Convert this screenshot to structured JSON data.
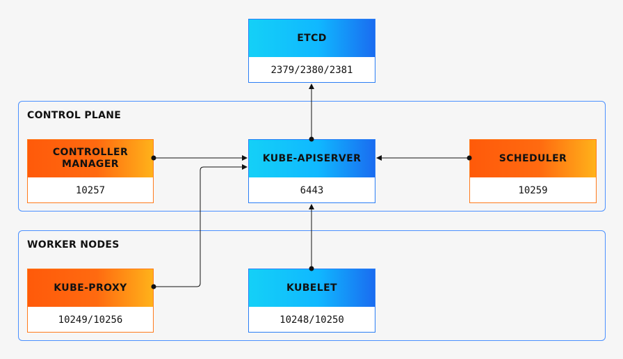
{
  "groups": {
    "control_plane": {
      "title": "CONTROL PLANE"
    },
    "worker_nodes": {
      "title": "WORKER NODES"
    }
  },
  "nodes": {
    "etcd": {
      "name": "ETCD",
      "ports": "2379/2380/2381"
    },
    "controller_manager": {
      "name": "CONTROLLER\nMANAGER",
      "ports": "10257"
    },
    "kube_apiserver": {
      "name": "KUBE-APISERVER",
      "ports": "6443"
    },
    "scheduler": {
      "name": "SCHEDULER",
      "ports": "10259"
    },
    "kube_proxy": {
      "name": "KUBE-PROXY",
      "ports": "10249/10256"
    },
    "kubelet": {
      "name": "KUBELET",
      "ports": "10248/10250"
    }
  },
  "colors": {
    "blue_border": "#2a7df5",
    "orange_border": "#ff7a1a",
    "group_border": "#4a90ff",
    "edge": "#111111"
  }
}
